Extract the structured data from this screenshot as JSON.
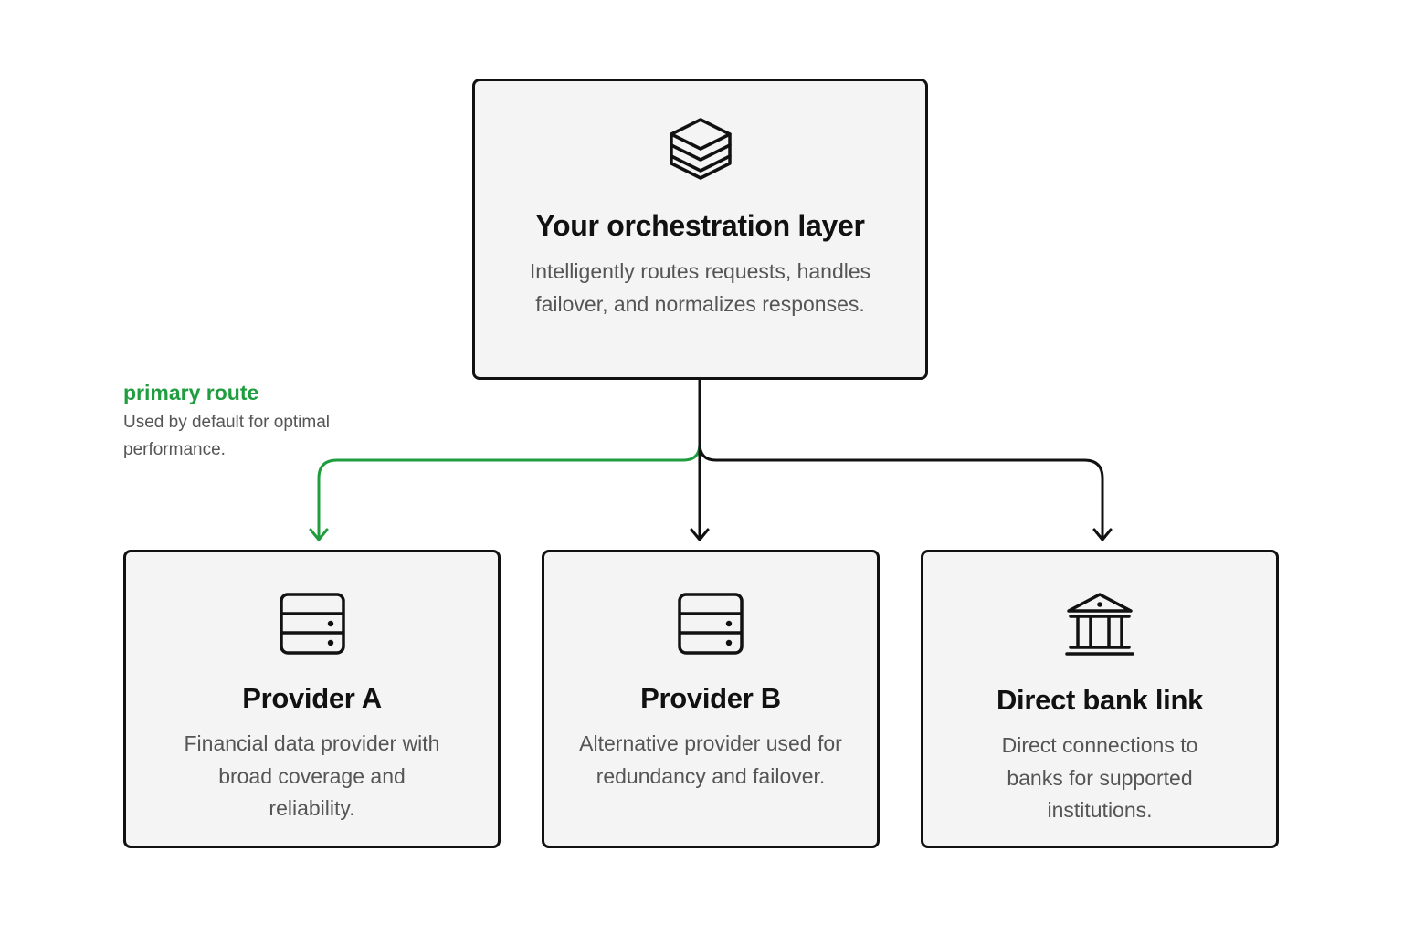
{
  "colors": {
    "primary_route": "#1f9d3f",
    "line": "#111111",
    "card_bg": "#f4f4f4",
    "body_text": "#555555"
  },
  "orchestration": {
    "icon": "layers-icon",
    "title": "Your orchestration layer",
    "description": "Intelligently routes requests, handles failover, and normalizes responses."
  },
  "route_note": {
    "title": "primary route",
    "description": "Used by default for optimal performance."
  },
  "providers": [
    {
      "icon": "server-icon",
      "title": "Provider A",
      "description": "Financial data provider with broad coverage and reliability."
    },
    {
      "icon": "server-icon",
      "title": "Provider B",
      "description": "Alternative provider used for redundancy and failover."
    },
    {
      "icon": "bank-icon",
      "title": "Direct bank link",
      "description": "Direct connections to banks for supported institutions."
    }
  ]
}
